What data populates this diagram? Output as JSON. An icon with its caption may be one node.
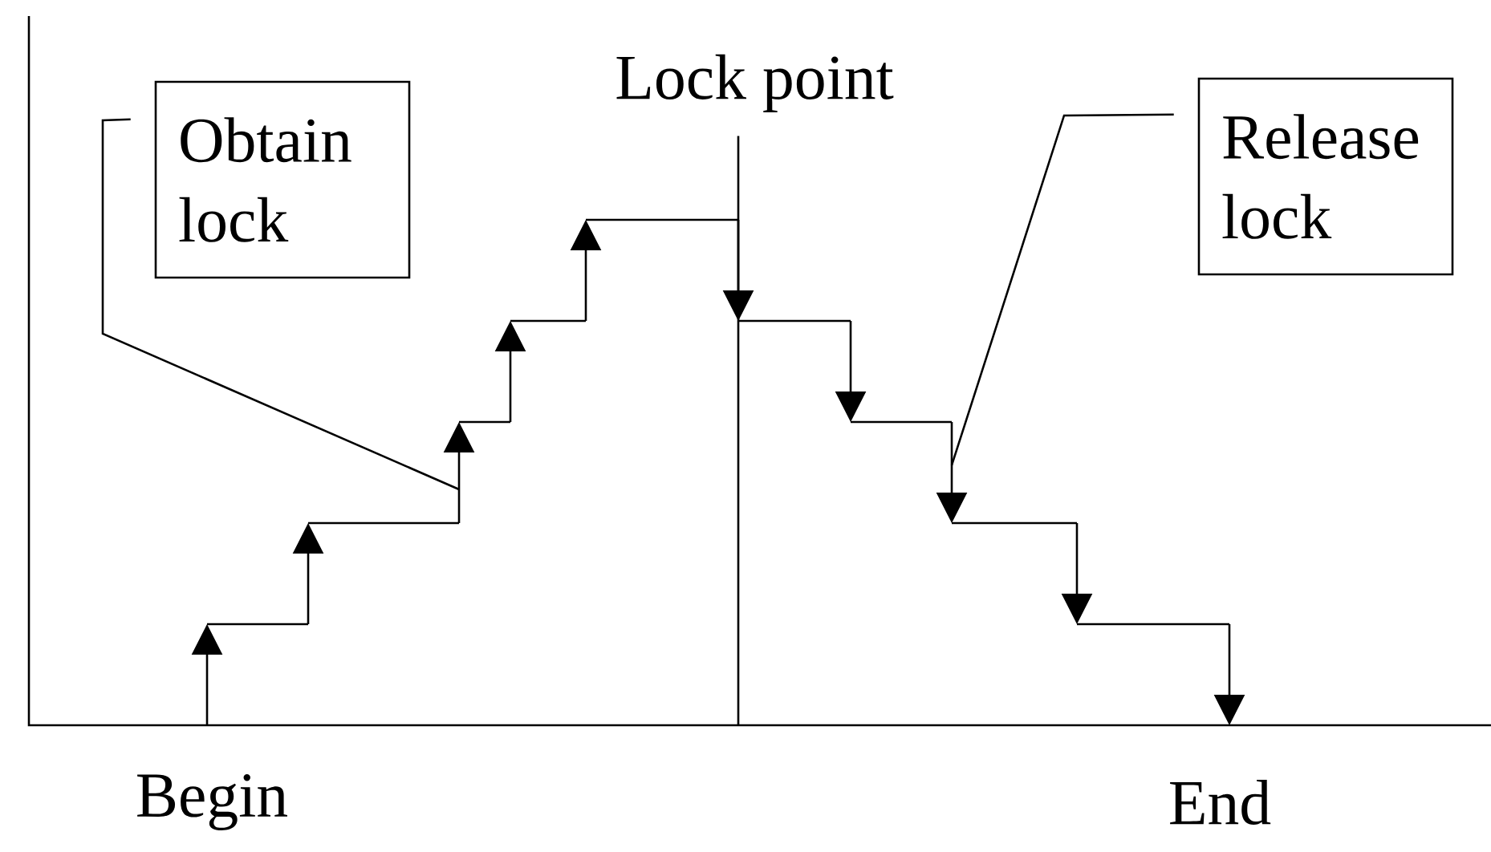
{
  "diagram": {
    "nodes": [
      {
        "text": [
          "Obtain lock"
        ]
      },
      {
        "text": [
          "Release lock"
        ]
      },
      {
        "text": [
          "Lock point"
        ]
      }
    ],
    "edges": [
      {
        "from": 0,
        "to": null,
        "arrow": "none"
      },
      {
        "from": 1,
        "to": null,
        "arrow": "none"
      },
      {
        "from": 2,
        "to": null,
        "arrow": "none"
      }
    ],
    "labels": [
      "Begin",
      "End"
    ]
  }
}
